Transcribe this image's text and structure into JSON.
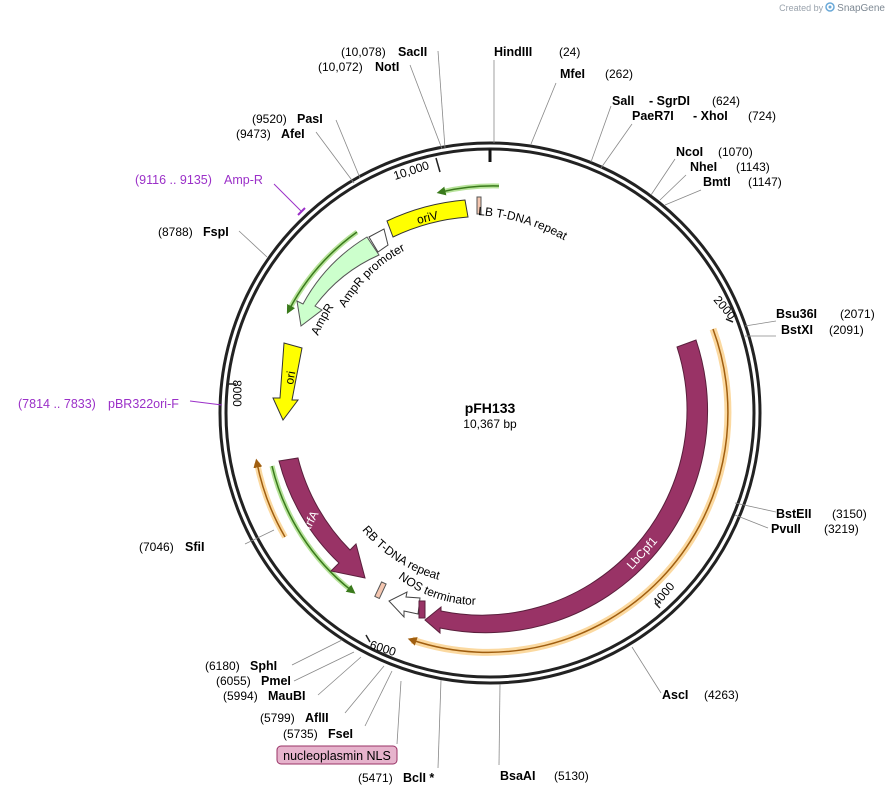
{
  "credit": {
    "prefix": "Created by",
    "brand": "SnapGene",
    "logo_icon": "snapgene-logo-icon"
  },
  "plasmid": {
    "name": "pFH133",
    "size": "10,367 bp"
  },
  "ticks": [
    "2000",
    "4000",
    "6000",
    "8000",
    "10,000"
  ],
  "enzymes": [
    {
      "name": "HindIII",
      "pos": "(24)"
    },
    {
      "name": "MfeI",
      "pos": "(262)"
    },
    {
      "name": "SalI",
      "pos": "(624)",
      "pair": "SgrDI"
    },
    {
      "name": "PaeR7I",
      "pos": "(724)",
      "pair": "XhoI"
    },
    {
      "name": "NcoI",
      "pos": "(1070)"
    },
    {
      "name": "NheI",
      "pos": "(1143)"
    },
    {
      "name": "BmtI",
      "pos": "(1147)"
    },
    {
      "name": "Bsu36I",
      "pos": "(2071)"
    },
    {
      "name": "BstXI",
      "pos": "(2091)"
    },
    {
      "name": "BstEII",
      "pos": "(3150)"
    },
    {
      "name": "PvuII",
      "pos": "(3219)"
    },
    {
      "name": "AscI",
      "pos": "(4263)"
    },
    {
      "name": "BsaAI",
      "pos": "(5130)"
    },
    {
      "name": "BclI *",
      "pos": "(5471)"
    },
    {
      "name": "FseI",
      "pos": "(5735)"
    },
    {
      "name": "AflII",
      "pos": "(5799)"
    },
    {
      "name": "MauBI",
      "pos": "(5994)"
    },
    {
      "name": "PmeI",
      "pos": "(6055)"
    },
    {
      "name": "SphI",
      "pos": "(6180)"
    },
    {
      "name": "SfiI",
      "pos": "(7046)"
    },
    {
      "name": "FspI",
      "pos": "(8788)"
    },
    {
      "name": "AfeI",
      "pos": "(9473)"
    },
    {
      "name": "PasI",
      "pos": "(9520)"
    },
    {
      "name": "NotI",
      "pos": "(10,072)"
    },
    {
      "name": "SacII",
      "pos": "(10,078)"
    }
  ],
  "features": {
    "oriV": "oriV",
    "lb_repeat": "LB T-DNA repeat",
    "ampr_promoter": "AmpR promoter",
    "ampr": "AmpR",
    "ori": "ori",
    "trfA": "trfA",
    "rb_repeat": "RB T-DNA repeat",
    "nos_terminator": "NOS terminator",
    "lbcpf1": "LbCpf1",
    "nucleoplasmin_nls": "nucleoplasmin NLS"
  },
  "primers": [
    {
      "range": "(9116 .. 9135)",
      "name": "Amp-R"
    },
    {
      "range": "(7814 .. 7833)",
      "name": "pBR322ori-F"
    }
  ],
  "colors": {
    "backbone": "#222222",
    "yellow": "#ffff00",
    "lbcpf1": "#993366",
    "ampr": "#ccffcc",
    "primer_purple": "#9b30c8",
    "orf_orange": "#f2a33a",
    "orf_green": "#7cc444",
    "nls_box": "#e6b3cc"
  }
}
